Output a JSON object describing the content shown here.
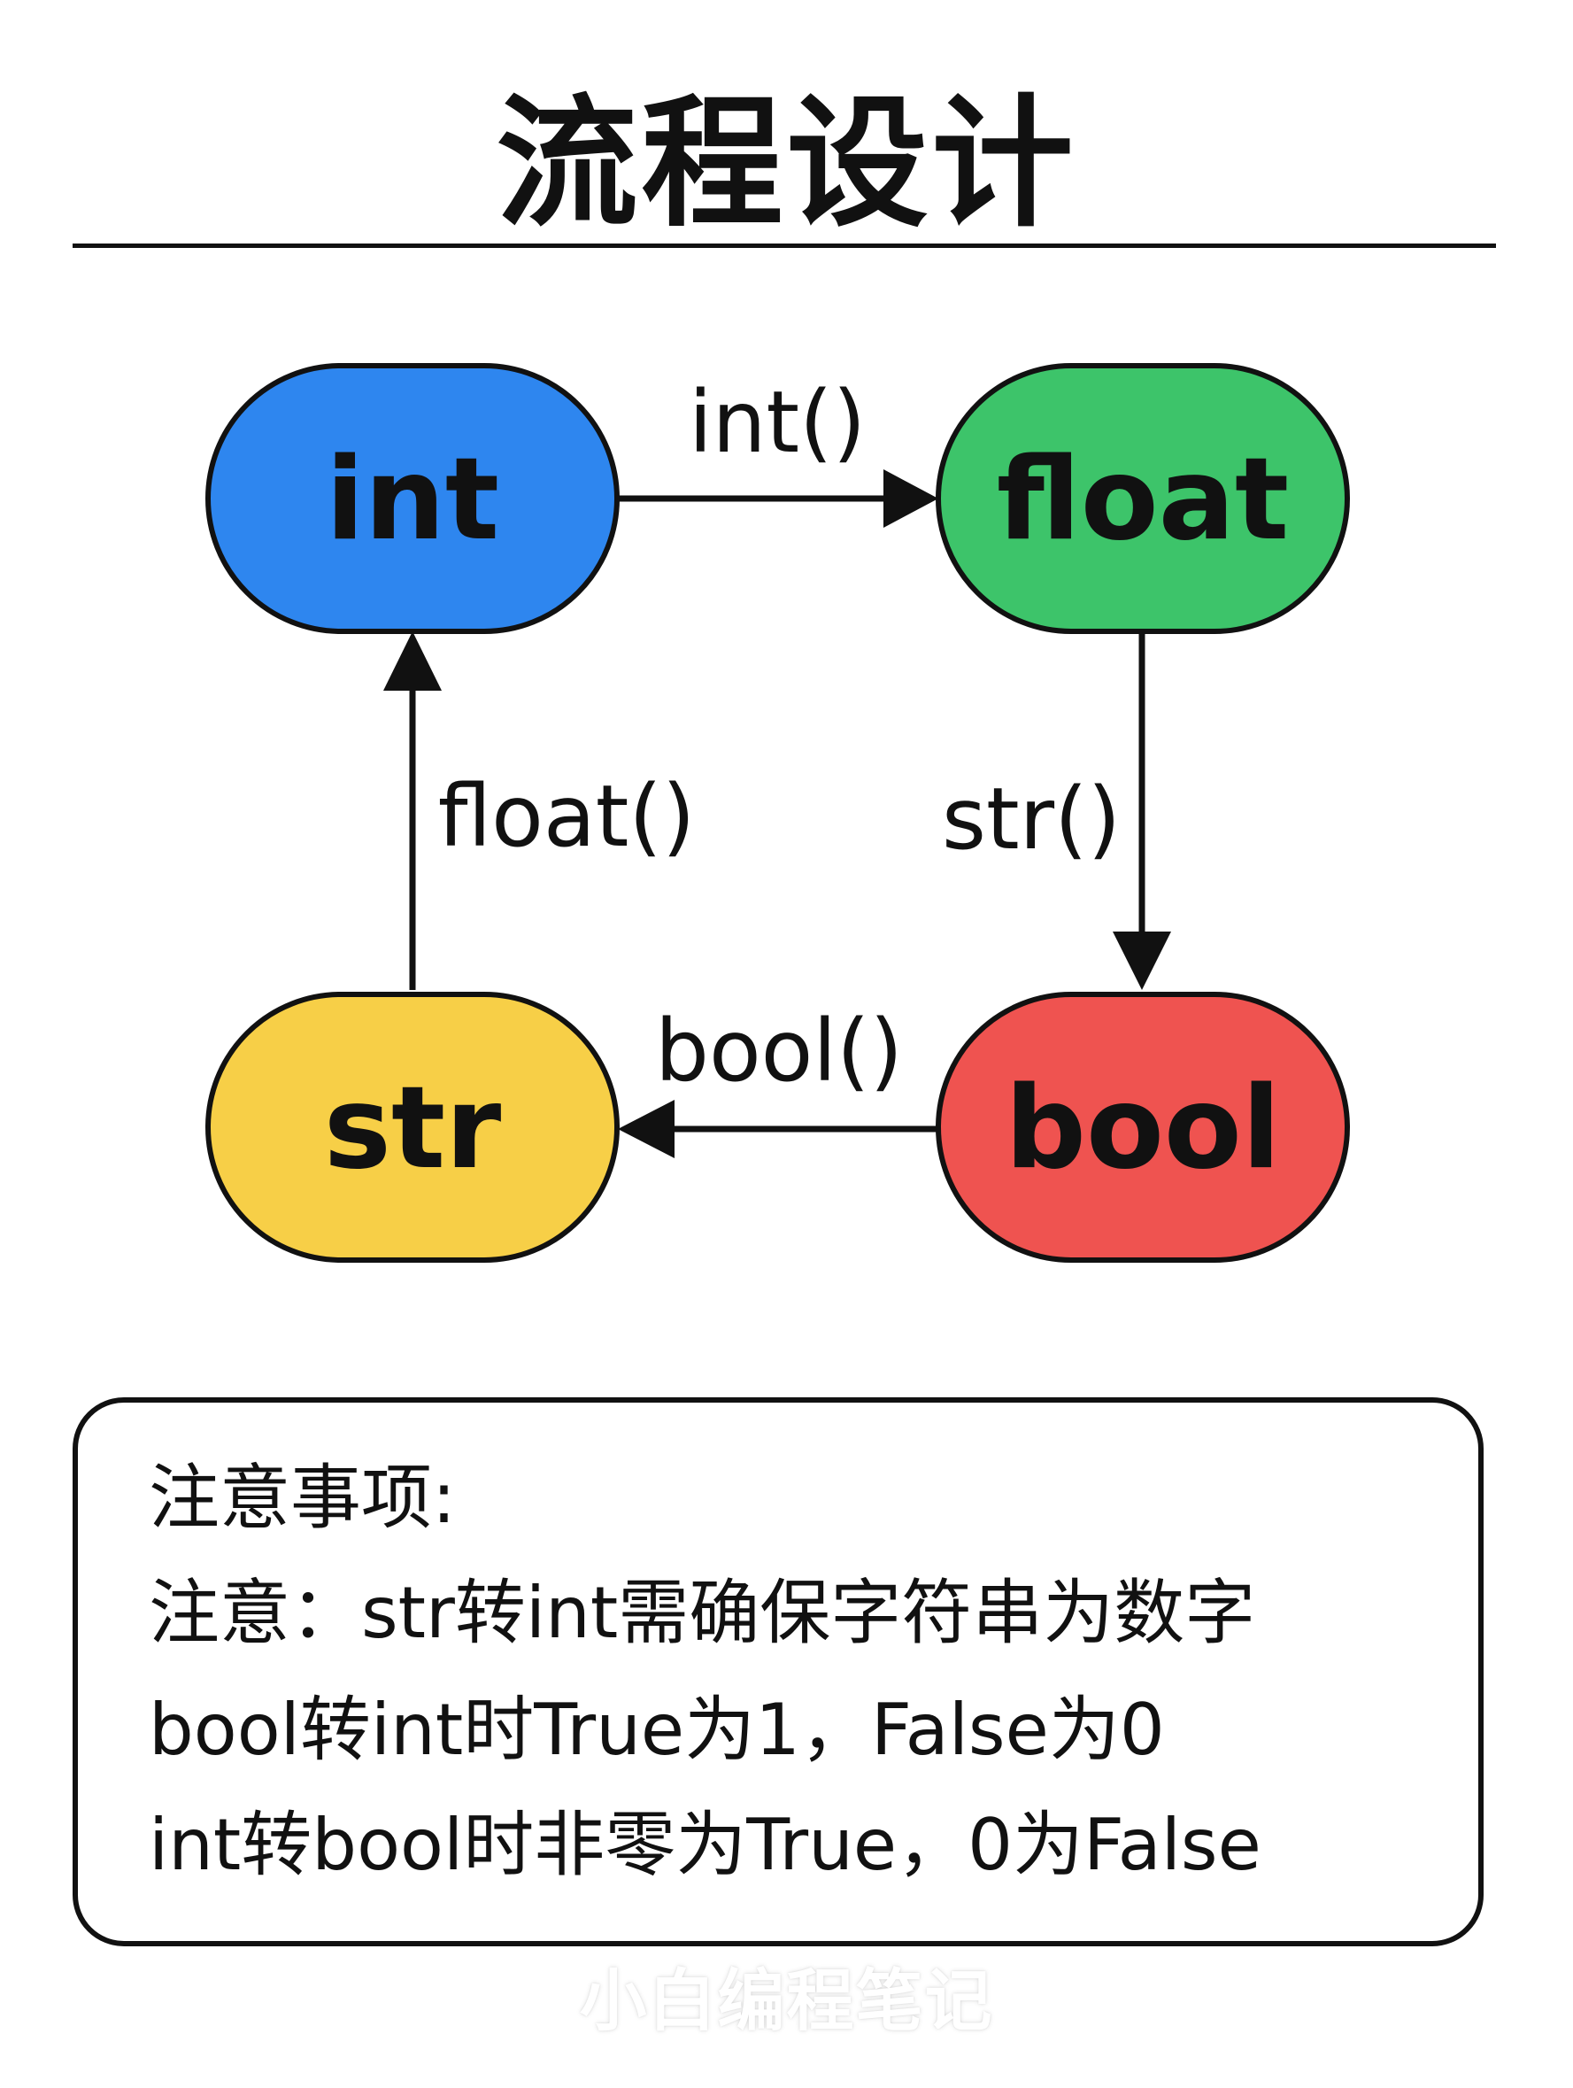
{
  "title": "流程设计",
  "nodes": {
    "int": {
      "label": "int",
      "color": "#2E86EF"
    },
    "float": {
      "label": "float",
      "color": "#3DC46A"
    },
    "bool": {
      "label": "bool",
      "color": "#EF5350"
    },
    "str": {
      "label": "str",
      "color": "#F7CF47"
    }
  },
  "edges": {
    "int_to_float": {
      "label": "int()"
    },
    "float_to_bool": {
      "label": "str()"
    },
    "bool_to_str": {
      "label": "bool()"
    },
    "str_to_int": {
      "label": "float()"
    }
  },
  "notes": {
    "heading": "注意事项:",
    "lines": [
      "注意：str转int需确保字符串为数字",
      "bool转int时True为1，False为0",
      "int转bool时非零为True，0为False"
    ]
  },
  "watermark": "小白编程笔记"
}
